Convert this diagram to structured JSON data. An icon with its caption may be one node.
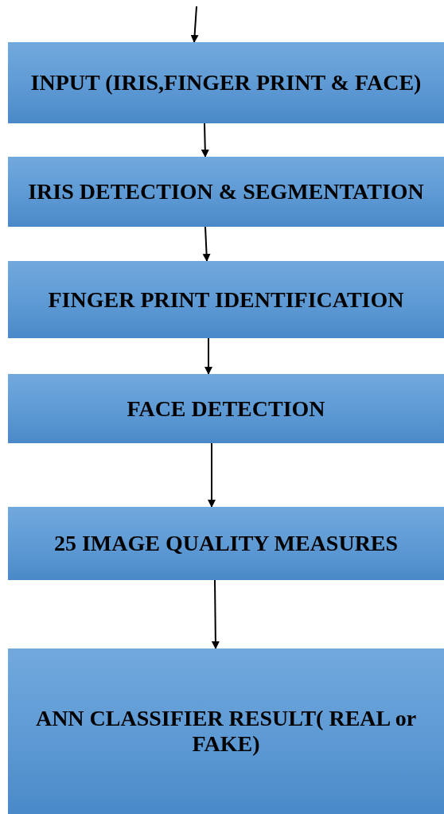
{
  "diagram": {
    "nodes": [
      {
        "text": [
          "INPUT (IRIS,FINGER PRINT & FACE)"
        ]
      },
      {
        "text": [
          "IRIS DETECTION & SEGMENTATION"
        ]
      },
      {
        "text": [
          "FINGER PRINT IDENTIFICATION"
        ]
      },
      {
        "text": [
          "FACE DETECTION"
        ]
      },
      {
        "text": [
          "25 IMAGE QUALITY MEASURES"
        ]
      },
      {
        "text": [
          "ANN CLASSIFIER RESULT( REAL or FAKE)"
        ]
      }
    ],
    "edges": [
      {
        "from": null,
        "to": 0,
        "arrow": "to"
      },
      {
        "from": 0,
        "to": 1,
        "arrow": "to"
      },
      {
        "from": 1,
        "to": 2,
        "arrow": "to"
      },
      {
        "from": 2,
        "to": 3,
        "arrow": "to"
      },
      {
        "from": 3,
        "to": 4,
        "arrow": "to"
      },
      {
        "from": 4,
        "to": 5,
        "arrow": "to"
      }
    ]
  }
}
